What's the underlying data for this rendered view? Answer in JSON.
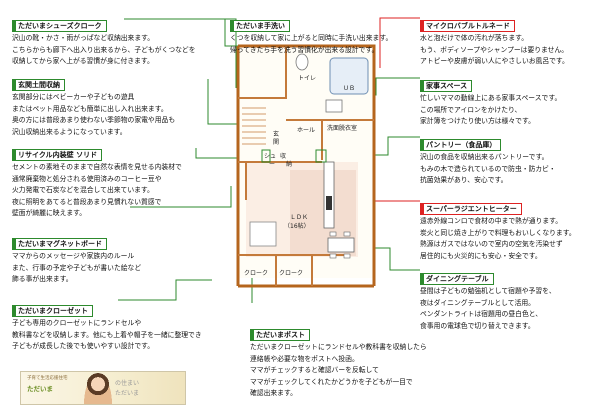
{
  "callouts": {
    "shoes_cloak": {
      "title": "ただいまシューズクローク",
      "lines": [
        "沢山の靴・かさ・雨がっぱなど収納出来ます。",
        "こちらからも廊下へ出入り出来るから、子どもがくつなどを",
        "収納してから家へ上がる習慣が身に付きます。"
      ]
    },
    "handwash": {
      "title": "ただいま手洗い",
      "lines": [
        "くつを収納して家に上がると同時に手洗い出来ます。",
        "帰ってきたら手を洗う習慣化が出来る設計です。"
      ]
    },
    "microbubble": {
      "title": "マイクロバブルトルネード",
      "lines": [
        "水と泡だけで体の汚れが落ちます。",
        "もう、ボディソープやシャンプーは要りません。",
        "アトピーや皮膚が弱い人にやさしいお風呂です。"
      ]
    },
    "entrance": {
      "title": "玄関土間収納",
      "lines": [
        "玄関部分にはベビーカーや子どもの遊具",
        "またはペット用品なども簡単に出し入れ出来ます。",
        "奥の方には普段あまり使わない季節物の家電や用品も",
        "沢山収納出来るようになっています。"
      ]
    },
    "housework": {
      "title": "家事スペース",
      "lines": [
        "忙しいママの動線上にある家事スペースです。",
        "この場所でアイロンをかけたり、",
        "家計簿をつけたり使い方は様々です。"
      ]
    },
    "pantry": {
      "title": "パントリー（食品庫）",
      "lines": [
        "沢山の食品を収納出来るパントリーです。",
        "もみの木で造られているので防虫・防カビ・",
        "抗菌効果があり、安心です。"
      ]
    },
    "recycle": {
      "title": "リサイクル内装壁  ソリド",
      "lines": [
        "セメントの素地そのままで自然な表情を見せる内装材で",
        "通常廃棄物と処分される使用済みのコーヒー豆や",
        "火力発電で石炭などを混合して出来ています。",
        "夜に照明をあてると普段あまり見慣れない質感で",
        "壁面が綺麗に映えます。"
      ]
    },
    "super_radiant": {
      "title": "スーパーラジエントヒーター",
      "lines": [
        "遠赤外線コンロで食材の中まで熱が通ります。",
        "炭火と同じ焼き上がりで料理もおいしくなります。",
        "熱源はガスではないので室内の空気を汚染せず",
        "居住的にも火災的にも安心・安全です。"
      ]
    },
    "magnet": {
      "title": "ただいまマグネットボード",
      "lines": [
        "ママからのメッセージや家族内のルール",
        "また、行事の予定や子どもが書いた絵など",
        "飾る事が出来ます。"
      ]
    },
    "dining": {
      "title": "ダイニングテーブル",
      "lines": [
        "昼間は子どもの勉強机として宿題や予習を、",
        "夜はダイニングテーブルとして活用。",
        "ペンダントライトは宿題用の昼白色と、",
        "食事用の電球色で切り替えできます。"
      ]
    },
    "closet": {
      "title": "ただいまクローゼット",
      "lines": [
        "子ども専用のクローゼットにランドセルや",
        "教科書などを収納します。他にも上着や帽子を一緒に整理でき",
        "子どもが成長した後でも使いやすい設計です。"
      ]
    },
    "post": {
      "title": "ただいまポスト",
      "lines": [
        "ただいまクローゼットにランドセルや教科書を収納したら",
        "連絡帳や必要な物をポストへ投函。",
        "ママがチェックすると確認バーを反転して",
        "ママがチェックしてくれたかどうかを子どもが一目で",
        "確認出来ます。"
      ]
    }
  },
  "plan": {
    "toilet": "トイレ",
    "ub": "ＵＢ",
    "hall": "ホール",
    "washroom": "洗面脱衣室",
    "entrance_1": "玄",
    "entrance_2": "関",
    "shoes_1": "シュ",
    "shoes_2": "ー",
    "storage_1": "収",
    "storage_2": "納",
    "ldk": "ＬＤＫ",
    "ldk_size": "（16帖）",
    "cloak_1": "クローク",
    "cloak_2": "クローク"
  },
  "banner": {
    "line1": "子育て生活応援住宅",
    "line2": "ただいま",
    "line3": "の住まい",
    "line4": "ただいま"
  },
  "colors": {
    "green": "#2d8a2d",
    "red": "#dd2222",
    "wall_wood": "#b5651d"
  }
}
